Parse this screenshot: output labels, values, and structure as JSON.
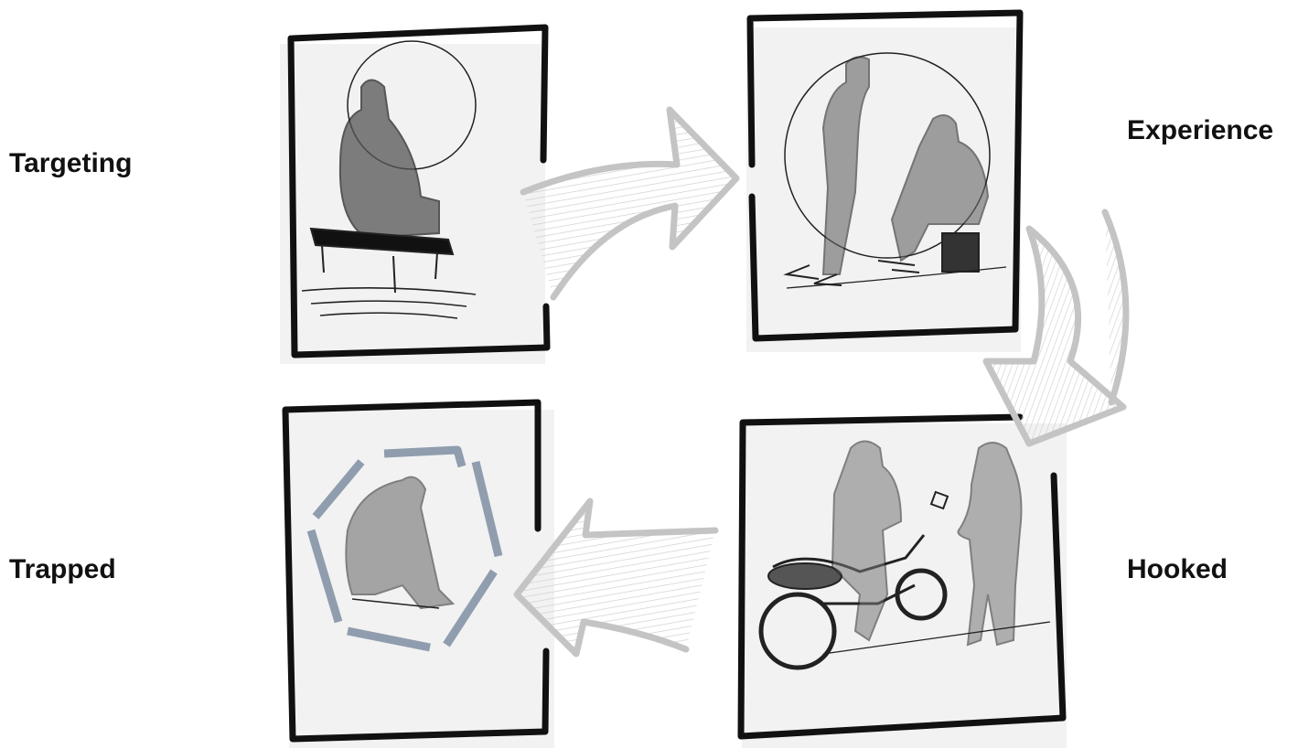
{
  "diagram": {
    "stages": [
      {
        "id": "targeting",
        "label": "Targeting"
      },
      {
        "id": "experience",
        "label": "Experience"
      },
      {
        "id": "hooked",
        "label": "Hooked"
      },
      {
        "id": "trapped",
        "label": "Trapped"
      }
    ],
    "flow": [
      "targeting",
      "experience",
      "hooked",
      "trapped"
    ],
    "colors": {
      "frame": "#111111",
      "arrow_stroke": "#c4c4c4",
      "arrow_fill": "#ebebeb",
      "sketch": "#222222",
      "cage": "#7f8fa3",
      "shadow": "#d9d9d9"
    }
  }
}
